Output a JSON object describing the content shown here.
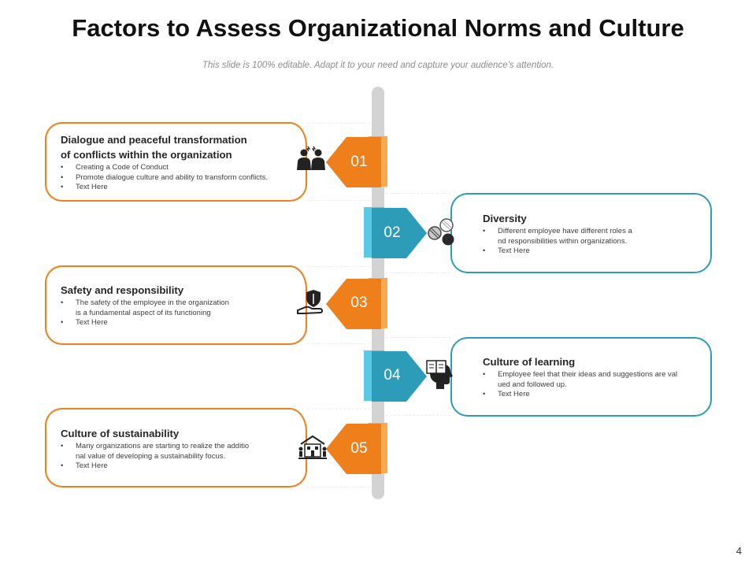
{
  "slide": {
    "title": "Factors to Assess Organizational Norms and Culture",
    "subtitle": "This slide is 100% editable. Adapt it to your need and capture your audience’s attention.",
    "page_number": "4"
  },
  "colors": {
    "orange": "#ee7f1a",
    "orange_light": "#f7a94f",
    "teal": "#2d9cb8",
    "teal_light": "#5bc8e6",
    "spine": "#d3d3d3"
  },
  "factors": [
    {
      "number": "01",
      "title_line1": "Dialogue and peaceful transformation",
      "title_line2": "of conflicts within the organization",
      "bullets": [
        "Creating a Code of Conduct",
        "Promote dialogue culture and ability to transform conflicts.",
        "Text Here"
      ],
      "icon": "two-people-conflict-icon"
    },
    {
      "number": "02",
      "title_line1": "Diversity",
      "bullets_line1": "Different employee have different roles a",
      "bullets_line1b": "nd responsibilities within organizations.",
      "bullets": [
        "Text Here"
      ],
      "icon": "diversity-circles-icon"
    },
    {
      "number": "03",
      "title_line1": "Safety and responsibility",
      "bullets_line1": "The safety of the employee in the organization",
      "bullets_line1b": "is a fundamental aspect of its functioning",
      "bullets": [
        "Text Here"
      ],
      "icon": "shield-hand-icon"
    },
    {
      "number": "04",
      "title_line1": "Culture of learning",
      "bullets_line1": "Employee  feel that their ideas and suggestions are val",
      "bullets_line1b": "ued and followed up.",
      "bullets": [
        "Text Here"
      ],
      "icon": "head-book-icon"
    },
    {
      "number": "05",
      "title_line1": "Culture of sustainability",
      "bullets_line1": "Many organizations are starting to realize the additio",
      "bullets_line1b": "nal value of developing a sustainability focus.",
      "bullets": [
        "Text Here"
      ],
      "icon": "sustainable-community-icon"
    }
  ]
}
